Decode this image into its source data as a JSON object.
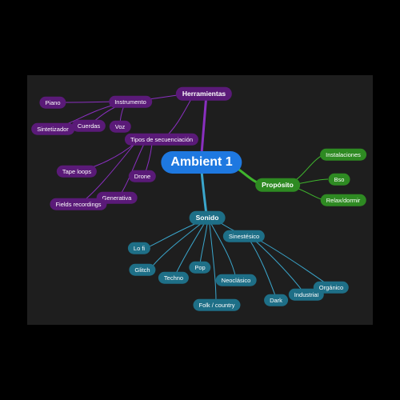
{
  "root": {
    "label": "Ambient 1"
  },
  "herramientas": {
    "label": "Herramientas",
    "instrumento": {
      "label": "Instrumento",
      "items": [
        "Piano",
        "Sintetizador",
        "Cuerdas",
        "Voz"
      ]
    },
    "secuenciacion": {
      "label": "Tipos de secuenciación",
      "items": [
        "Tape loops",
        "Drone",
        "Generativa",
        "Fields recordings"
      ]
    }
  },
  "proposito": {
    "label": "Propósito",
    "items": [
      "Instalaciones",
      "Bso",
      "Relax/dormir"
    ]
  },
  "sonido": {
    "label": "Sonido",
    "items": [
      "Lo fi",
      "Glitch",
      "Techno",
      "Pop",
      "Neoclásico",
      "Folk / country"
    ],
    "sinestesico": {
      "label": "Sinestésico",
      "items": [
        "Dark",
        "Industrial",
        "Orgánico"
      ]
    }
  },
  "colors": {
    "background": "#1e1e1e",
    "root": "#1e78e0",
    "purple": "#5a1a78",
    "purple_line": "#8a2fc0",
    "teal": "#1e6f87",
    "teal_line": "#3aa6cc",
    "green": "#2e8a22",
    "green_line": "#3fb52d"
  }
}
